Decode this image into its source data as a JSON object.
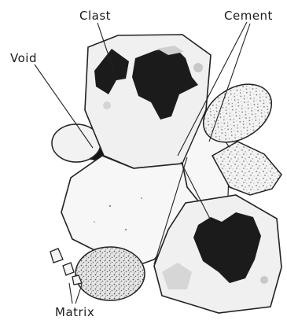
{
  "labels": {
    "clast": "Clast",
    "cement": "Cement",
    "void": "Void",
    "matrix": "Matrix"
  }
}
